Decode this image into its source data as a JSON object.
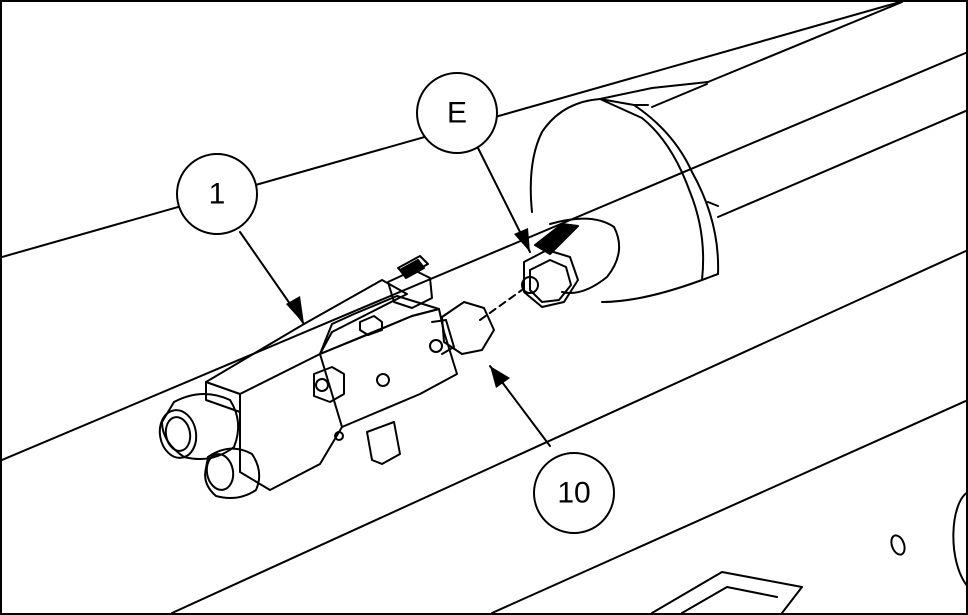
{
  "callouts": {
    "c1": "1",
    "cE": "E",
    "c10": "10"
  },
  "colors": {
    "line": "#000000",
    "background": "#ffffff"
  }
}
